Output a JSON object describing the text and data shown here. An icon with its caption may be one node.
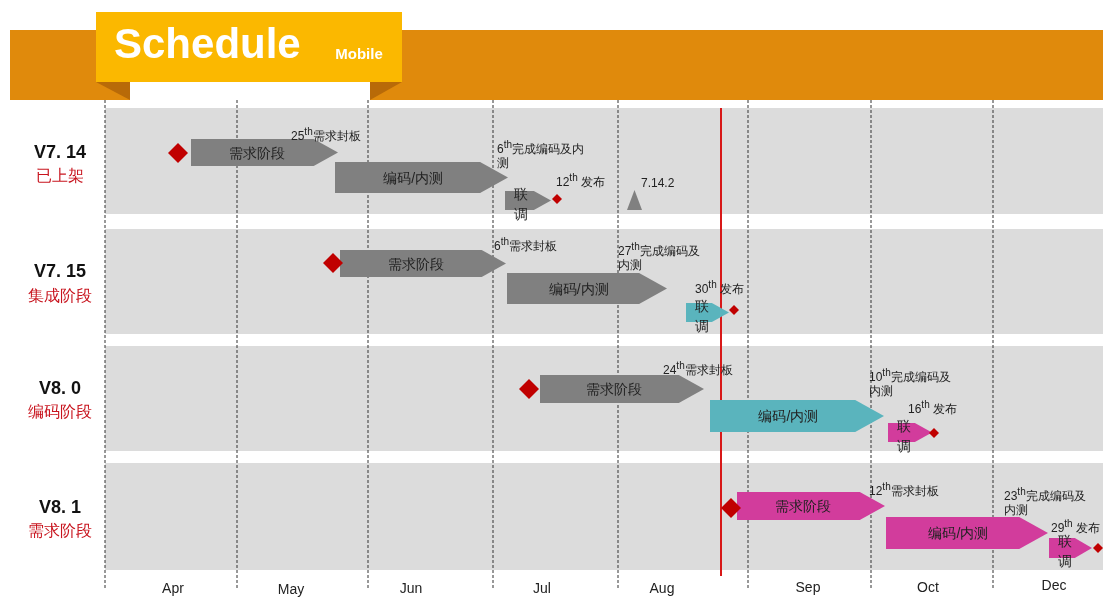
{
  "diagram": {
    "title": "Schedule",
    "nodes": [
      {
        "text": [],
        "shape": "diamond"
      },
      {
        "text": [
          "需求阶段"
        ],
        "beside": [
          "25$^{th}$需求封板"
        ]
      },
      {
        "text": [
          "编码/内测"
        ],
        "beside": [
          "6$^{th}$完成编码及内测"
        ]
      },
      {
        "text": [
          "联调"
        ]
      },
      {
        "text": [],
        "shape": "diamond",
        "beside": [
          "12$^{th}$ 发布"
        ]
      },
      {
        "text": [],
        "shape": "triangle",
        "beside": [
          "7.14.2"
        ]
      },
      {
        "text": [],
        "shape": "diamond"
      },
      {
        "text": [
          "需求阶段"
        ],
        "beside": [
          "6$^{th}$需求封板"
        ]
      },
      {
        "text": [
          "编码/内测"
        ],
        "beside": [
          "27$^{th}$完成编码及内测"
        ]
      },
      {
        "text": [
          "联调"
        ]
      },
      {
        "text": [],
        "shape": "diamond",
        "beside": [
          "30$^{th}$ 发布"
        ]
      },
      {
        "text": [],
        "shape": "diamond"
      },
      {
        "text": [
          "需求阶段"
        ],
        "beside": [
          "24$^{th}$需求封板"
        ]
      },
      {
        "text": [
          "编码/内测"
        ],
        "beside": [
          "10$^{th}$完成编码及内测"
        ]
      },
      {
        "text": [
          "联调"
        ]
      },
      {
        "text": [],
        "shape": "diamond",
        "beside": [
          "16$^{th}$ 发布"
        ]
      },
      {
        "text": [],
        "shape": "diamond"
      },
      {
        "text": [
          "需求阶段"
        ],
        "beside": [
          "12$^{th}$需求封板"
        ]
      },
      {
        "text": [
          "编码/内测"
        ],
        "beside": [
          "23$^{th}$完成编码及内测"
        ]
      },
      {
        "text": [
          "联调"
        ]
      },
      {
        "text": [],
        "shape": "diamond"
      }
    ],
    "labels": [
      "Mobile",
      "V7. 14",
      "已上架",
      "V7. 15",
      "集成阶段",
      "V8. 0",
      "编码阶段",
      "V8. 1",
      "需求阶段",
      "Apr",
      "May",
      "Jun",
      "Jul",
      "Aug",
      "Sep",
      "Oct",
      "Dec",
      "29$^{th}$ 发布"
    ]
  }
}
